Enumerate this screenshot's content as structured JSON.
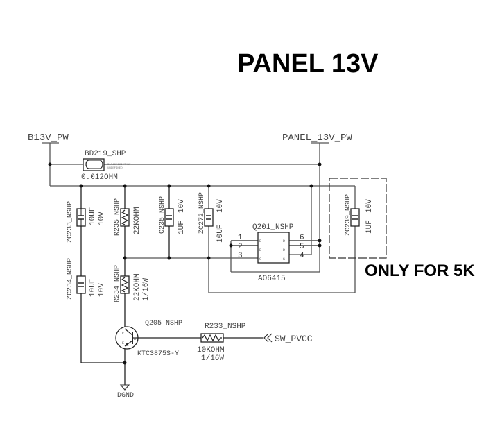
{
  "title": "PANEL 13V",
  "note": "ONLY FOR 5K",
  "nets": {
    "input": "B13V_PW",
    "output": "PANEL_13V_PW",
    "control": "SW_PVCC",
    "ground": "DGND"
  },
  "bead": {
    "ref": "BD219_SHP",
    "value": "0.012OHM",
    "part": "BLM18KG260TN1D",
    "note": "UNDEFINED"
  },
  "capacitors": [
    {
      "ref": "ZC233_NSHP",
      "value": "10UF",
      "voltage": "10V"
    },
    {
      "ref": "ZC234_NSHP",
      "value": "10UF",
      "voltage": "10V"
    },
    {
      "ref": "C235_NSHP",
      "value": "1UF",
      "voltage": "10V"
    },
    {
      "ref": "ZC272_NSHP",
      "value": "10UF",
      "voltage": "10V"
    },
    {
      "ref": "ZC239_NSHP",
      "value": "1UF",
      "voltage": "10V"
    }
  ],
  "resistors": [
    {
      "ref": "R235_NSHP",
      "value": "22KOHM",
      "power": ""
    },
    {
      "ref": "R234_NSHP",
      "value": "22KOHM",
      "power": "1/16W"
    },
    {
      "ref": "R233_NSHP",
      "value": "10KOHM",
      "power": "1/16W"
    }
  ],
  "mosfet": {
    "ref": "Q201_NSHP",
    "part": "AO6415",
    "pins_left": [
      "1",
      "2",
      "3"
    ],
    "pins_right": [
      "6",
      "5",
      "4"
    ],
    "pin_funcs_left": [
      "D",
      "D",
      "G"
    ],
    "pin_funcs_right": [
      "D",
      "D",
      "S"
    ]
  },
  "transistor": {
    "ref": "Q205_NSHP",
    "part": "KTC3875S-Y",
    "pin_c": "C",
    "pin_b": "B",
    "pin_e": "E"
  }
}
